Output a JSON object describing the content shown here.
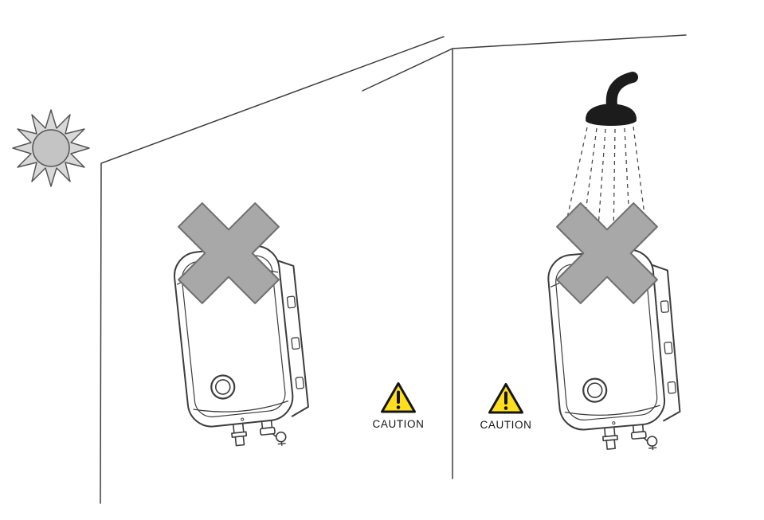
{
  "illustration": {
    "background": "#ffffff",
    "scenes": {
      "left": {
        "caution_label": "CAUTION"
      },
      "right": {
        "caution_label": "CAUTION"
      }
    },
    "colors": {
      "outline": "#3d3d3d",
      "cross_fill": "#a8a8a8",
      "cross_stroke": "#6f6f6f",
      "sun_ray_fill": "#d8d8d8",
      "sun_core_fill": "#c4c4c4",
      "shower_black": "#1c1c1c",
      "caution_triangle_fill": "#ffdf1b"
    },
    "icons": {
      "sun-icon": "12-point starburst",
      "shower-head-icon": "filled black shower head",
      "water-spray-icon": "dashed falling lines",
      "prohibition-cross-icon": "gray X cross",
      "caution-triangle-icon": "⚠"
    }
  }
}
